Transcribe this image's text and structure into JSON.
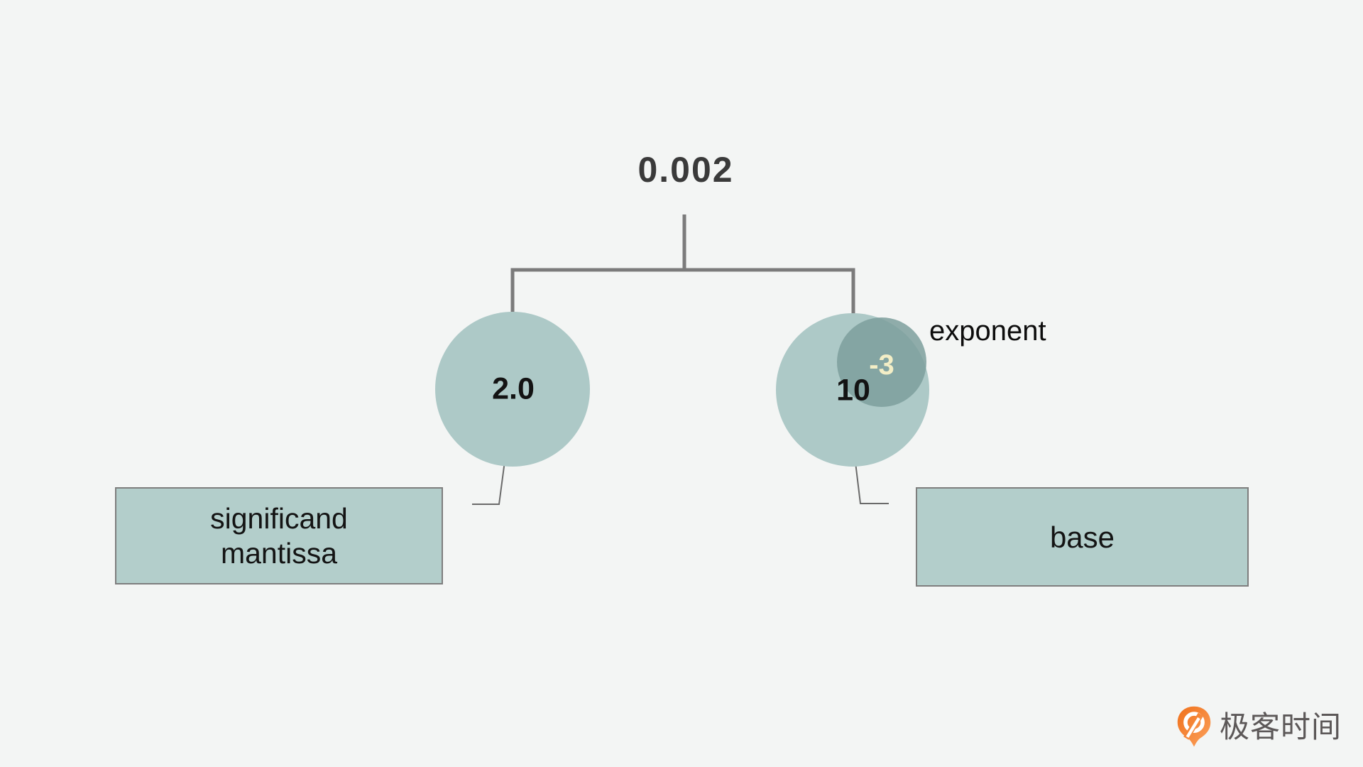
{
  "diagram": {
    "root_value": "0.002",
    "significand": {
      "value": "2.0"
    },
    "base": {
      "value": "10"
    },
    "exponent": {
      "value": "-3",
      "label": "exponent"
    },
    "significand_box": {
      "line1": "significand",
      "line2": "mantissa"
    },
    "base_box": {
      "label": "base"
    }
  },
  "branding": {
    "name": "极客时间"
  },
  "colors": {
    "background": "#f3f5f4",
    "circle_fill": "#adc9c7",
    "small_circle_fill": "#7d9f9c",
    "box_fill": "#b3cecb",
    "box_border": "#7e7e7e",
    "tree_line": "#7b7b7b",
    "thin_line": "#6a6a6a",
    "title_text": "#3a3a3a",
    "exponent_value_text": "#f3eec6",
    "logo_orange": "#f58220",
    "logo_text": "#5c5858"
  }
}
